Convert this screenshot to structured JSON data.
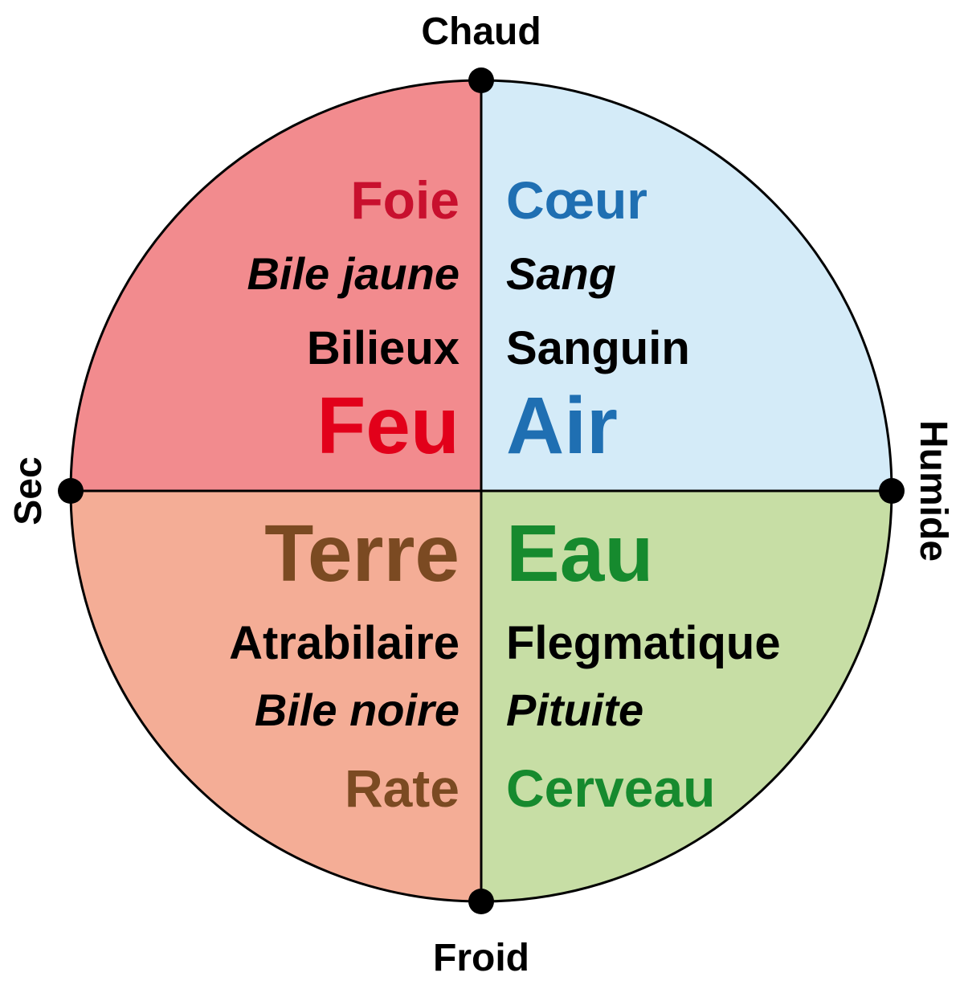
{
  "axes": {
    "top": "Chaud",
    "bottom": "Froid",
    "left": "Sec",
    "right": "Humide"
  },
  "quadrants": {
    "top_left": {
      "fill": "#f28b8e",
      "organ": {
        "text": "Foie",
        "color": "#c8102e"
      },
      "humor": "Bile jaune",
      "temperament": "Bilieux",
      "element": {
        "text": "Feu",
        "color": "#e2001a"
      }
    },
    "top_right": {
      "fill": "#d4ebf8",
      "organ": {
        "text": "Cœur",
        "color": "#1f6fb2"
      },
      "humor": "Sang",
      "temperament": "Sanguin",
      "element": {
        "text": "Air",
        "color": "#1f6fb2"
      }
    },
    "bottom_left": {
      "fill": "#f4ad96",
      "element": {
        "text": "Terre",
        "color": "#7b4a22"
      },
      "temperament": "Atrabilaire",
      "humor": "Bile noire",
      "organ": {
        "text": "Rate",
        "color": "#7b4a22"
      }
    },
    "bottom_right": {
      "fill": "#c7dea5",
      "element": {
        "text": "Eau",
        "color": "#168a2e"
      },
      "temperament": "Flegmatique",
      "humor": "Pituite",
      "organ": {
        "text": "Cerveau",
        "color": "#168a2e"
      }
    }
  }
}
